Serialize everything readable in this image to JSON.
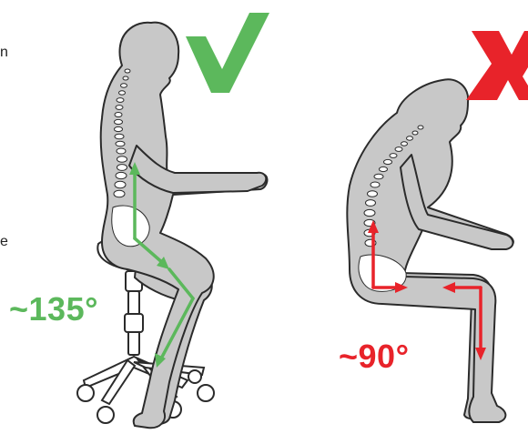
{
  "labels": {
    "good_angle": "~135°",
    "bad_angle": "~90°"
  },
  "edge_fragments": {
    "top_left": "n",
    "mid_left": "e"
  },
  "colors": {
    "good": "#5cb85c",
    "bad": "#e8232a",
    "figure_fill": "#c8c8c8",
    "figure_stroke": "#2b2b2b",
    "spine": "#ffffff",
    "chair": "#ffffff"
  },
  "icons": {
    "good_mark": "check-mark-icon",
    "bad_mark": "x-mark-icon"
  },
  "posture": {
    "good": {
      "hip_knee_angle_deg": 135,
      "verdict": "correct"
    },
    "bad": {
      "hip_knee_angle_deg": 90,
      "verdict": "incorrect"
    }
  }
}
